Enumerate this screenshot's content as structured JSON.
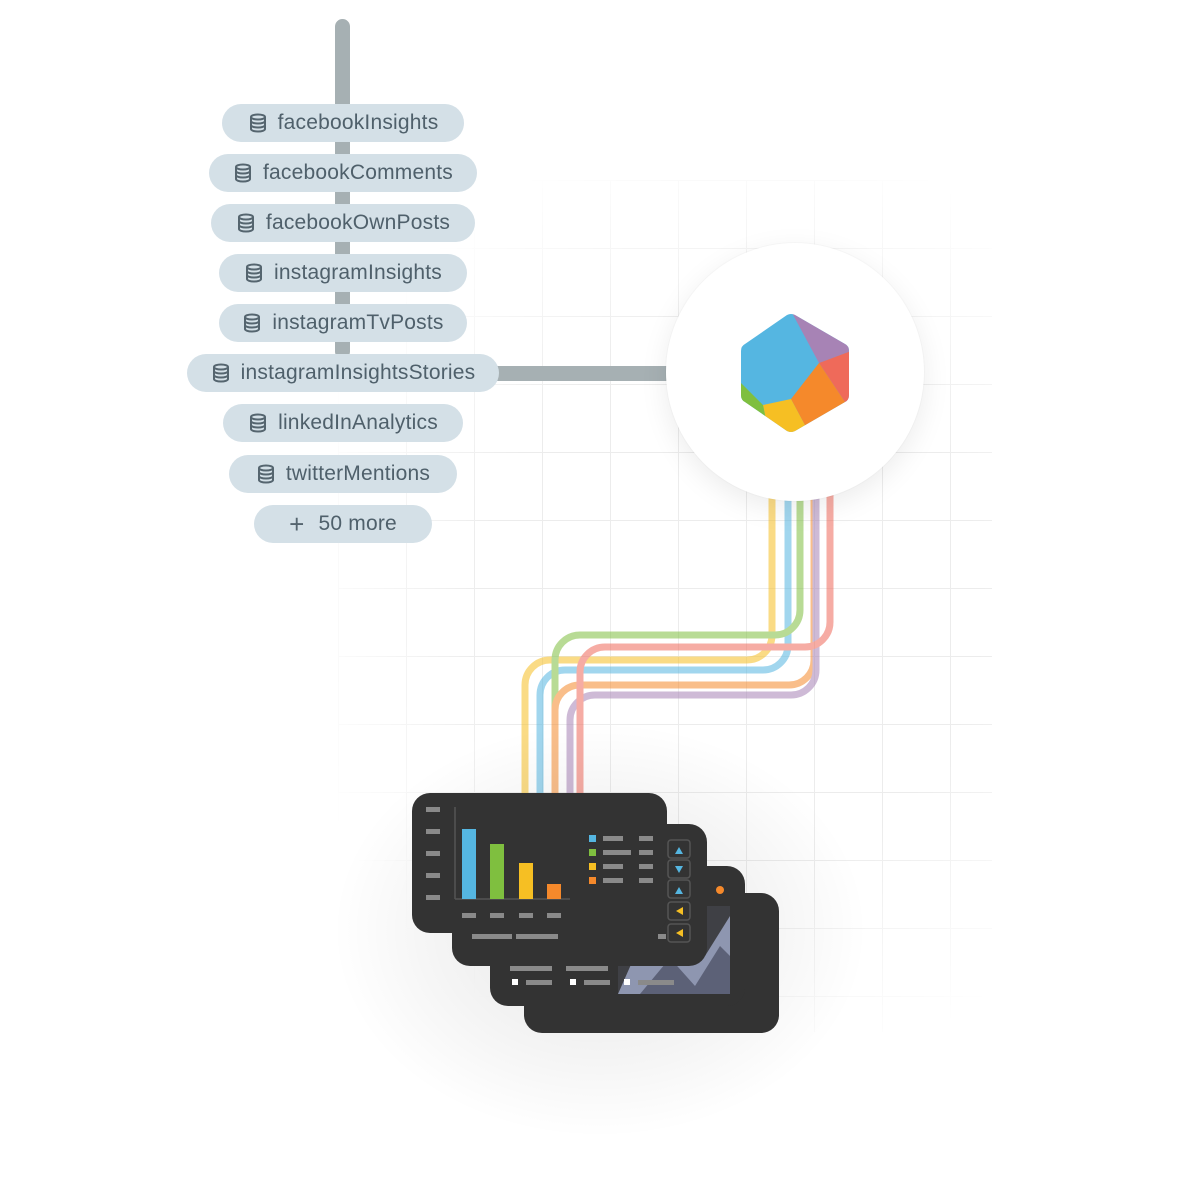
{
  "sources": [
    {
      "label": "facebookInsights",
      "icon": "database-icon"
    },
    {
      "label": "facebookComments",
      "icon": "database-icon"
    },
    {
      "label": "facebookOwnPosts",
      "icon": "database-icon"
    },
    {
      "label": "instagramInsights",
      "icon": "database-icon"
    },
    {
      "label": "instagramTvPosts",
      "icon": "database-icon"
    },
    {
      "label": "instagramInsightsStories",
      "icon": "database-icon"
    },
    {
      "label": "linkedInAnalytics",
      "icon": "database-icon"
    },
    {
      "label": "twitterMentions",
      "icon": "database-icon"
    }
  ],
  "more": {
    "label": "50 more",
    "icon": "plus-icon"
  },
  "hub": {
    "icon": "hexagon-logo-icon"
  },
  "colors": {
    "pill_bg": "#d4e0e7",
    "pill_text": "#4f606b",
    "connector": "#a6b0b3",
    "screen": "#333333",
    "blue": "#55b6e1",
    "green": "#7fbf3f",
    "yellow": "#f6bf23",
    "orange": "#f5892b",
    "red": "#ef6a5a",
    "purple": "#a783b5"
  }
}
